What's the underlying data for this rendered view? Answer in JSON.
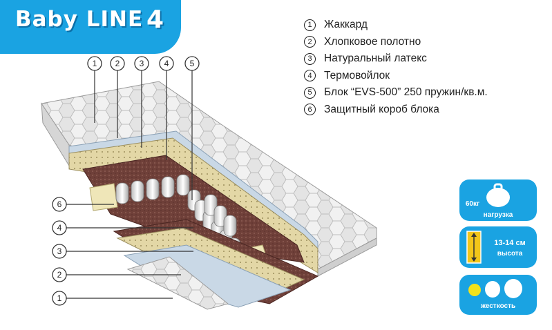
{
  "title": {
    "brand": "Baby LINE",
    "number": "4"
  },
  "legend": [
    {
      "num": "1",
      "label": "Жаккард"
    },
    {
      "num": "2",
      "label": "Хлопковое полотно"
    },
    {
      "num": "3",
      "label": "Натуральный латекс"
    },
    {
      "num": "4",
      "label": "Термовойлок"
    },
    {
      "num": "5",
      "label": "Блок “EVS-500” 250 пружин/кв.м."
    },
    {
      "num": "6",
      "label": "Защитный короб блока"
    }
  ],
  "callouts_top": [
    "1",
    "2",
    "3",
    "4",
    "5"
  ],
  "callouts_left": [
    "6",
    "4",
    "3",
    "2",
    "1"
  ],
  "badges": {
    "load": {
      "weight": "60кг",
      "label": "нагрузка"
    },
    "height": {
      "value": "13-14 см",
      "label": "высота"
    },
    "firmness": {
      "label": "жесткость",
      "level": 1,
      "max": 3
    }
  },
  "colors": {
    "accent": "#1aa3e2",
    "latex": "#e7dcae",
    "felt": "#7a4a43",
    "jacquard": "#d8d8d8"
  }
}
